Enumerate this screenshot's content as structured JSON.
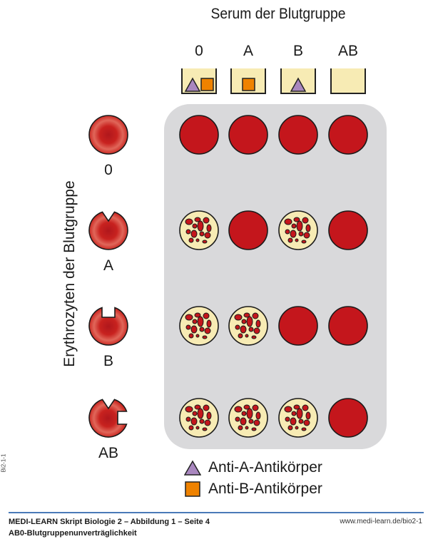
{
  "title": "Serum der Blutgruppe",
  "y_axis_label": "Erythrozyten der Blutgruppe",
  "serum_groups": [
    {
      "label": "0",
      "antibodies": [
        "anti-a",
        "anti-b"
      ]
    },
    {
      "label": "A",
      "antibodies": [
        "anti-b"
      ]
    },
    {
      "label": "B",
      "antibodies": [
        "anti-a"
      ]
    },
    {
      "label": "AB",
      "antibodies": []
    }
  ],
  "erythrocyte_groups": [
    {
      "label": "0",
      "antigens": []
    },
    {
      "label": "A",
      "antigens": [
        "A"
      ]
    },
    {
      "label": "B",
      "antigens": [
        "B"
      ]
    },
    {
      "label": "AB",
      "antigens": [
        "A",
        "B"
      ]
    }
  ],
  "reaction_matrix_agglutination": [
    [
      false,
      false,
      false,
      false
    ],
    [
      true,
      false,
      true,
      false
    ],
    [
      true,
      true,
      false,
      false
    ],
    [
      true,
      true,
      true,
      false
    ]
  ],
  "legend": {
    "anti_a": "Anti-A-Antikörper",
    "anti_b": "Anti-B-Antikörper"
  },
  "colors": {
    "cell_red": "#c4161c",
    "serum_fill": "#f7ebb4",
    "anti_a": "#a987bf",
    "anti_b": "#ef8200",
    "panel": "#d9d9db",
    "footer_rule": "#4a7ab8"
  },
  "side_code": "Bi2-1-1",
  "footer": {
    "left": "MEDI-LEARN Skript Biologie 2 – Abbildung 1 – Seite 4",
    "right": "www.medi-learn.de/bio2-1",
    "subtitle": "AB0-Blutgruppenunverträglichkeit"
  }
}
